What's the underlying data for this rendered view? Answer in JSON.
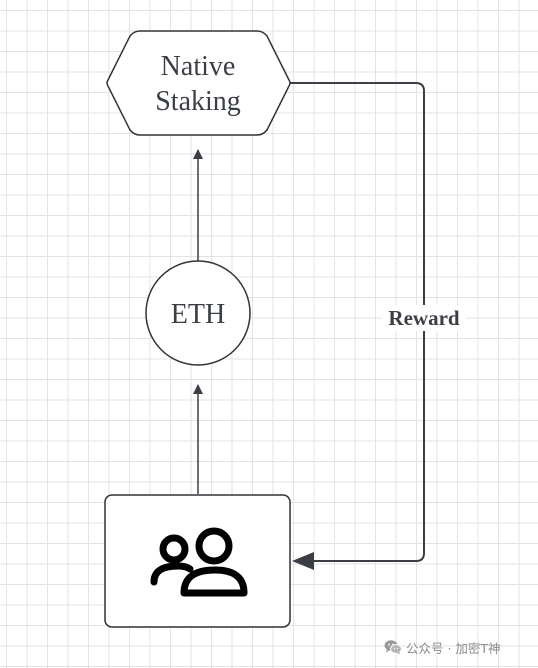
{
  "nodes": {
    "native_staking": {
      "line1": "Native",
      "line2": "Staking"
    },
    "eth": {
      "label": "ETH"
    },
    "users": {
      "icon": "users-icon"
    }
  },
  "edges": {
    "reward": {
      "label": "Reward"
    }
  },
  "watermark": {
    "icon": "wechat-icon",
    "text": "公众号 · 加密T神"
  },
  "colors": {
    "stroke": "#3b3f45",
    "text": "#3b3f45",
    "grid": "#e3e3e3",
    "background": "#ffffff"
  }
}
